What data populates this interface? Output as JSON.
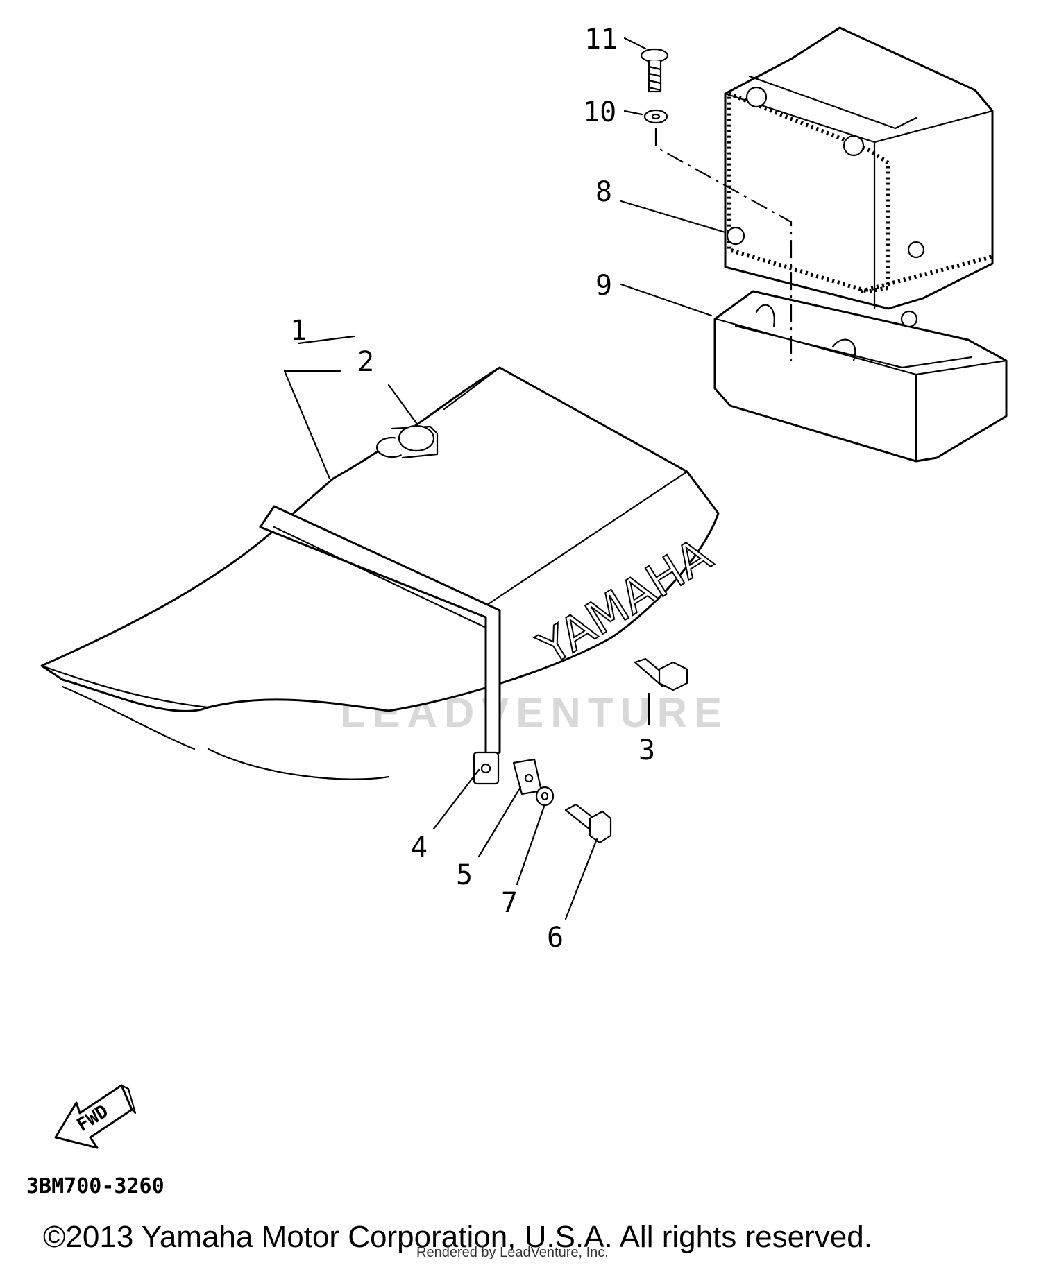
{
  "diagram": {
    "part_number": "3BM700-3260",
    "copyright": "©2013 Yamaha Motor Corporation, U.S.A. All rights reserved.",
    "rendered_by": "Rendered by LeadVenture, Inc.",
    "seat_brand": "YAMAHA",
    "direction_label": "FWD",
    "watermark": "LEADVENTURE",
    "callouts": [
      "1",
      "2",
      "3",
      "4",
      "5",
      "6",
      "7",
      "8",
      "9",
      "10",
      "11"
    ]
  }
}
